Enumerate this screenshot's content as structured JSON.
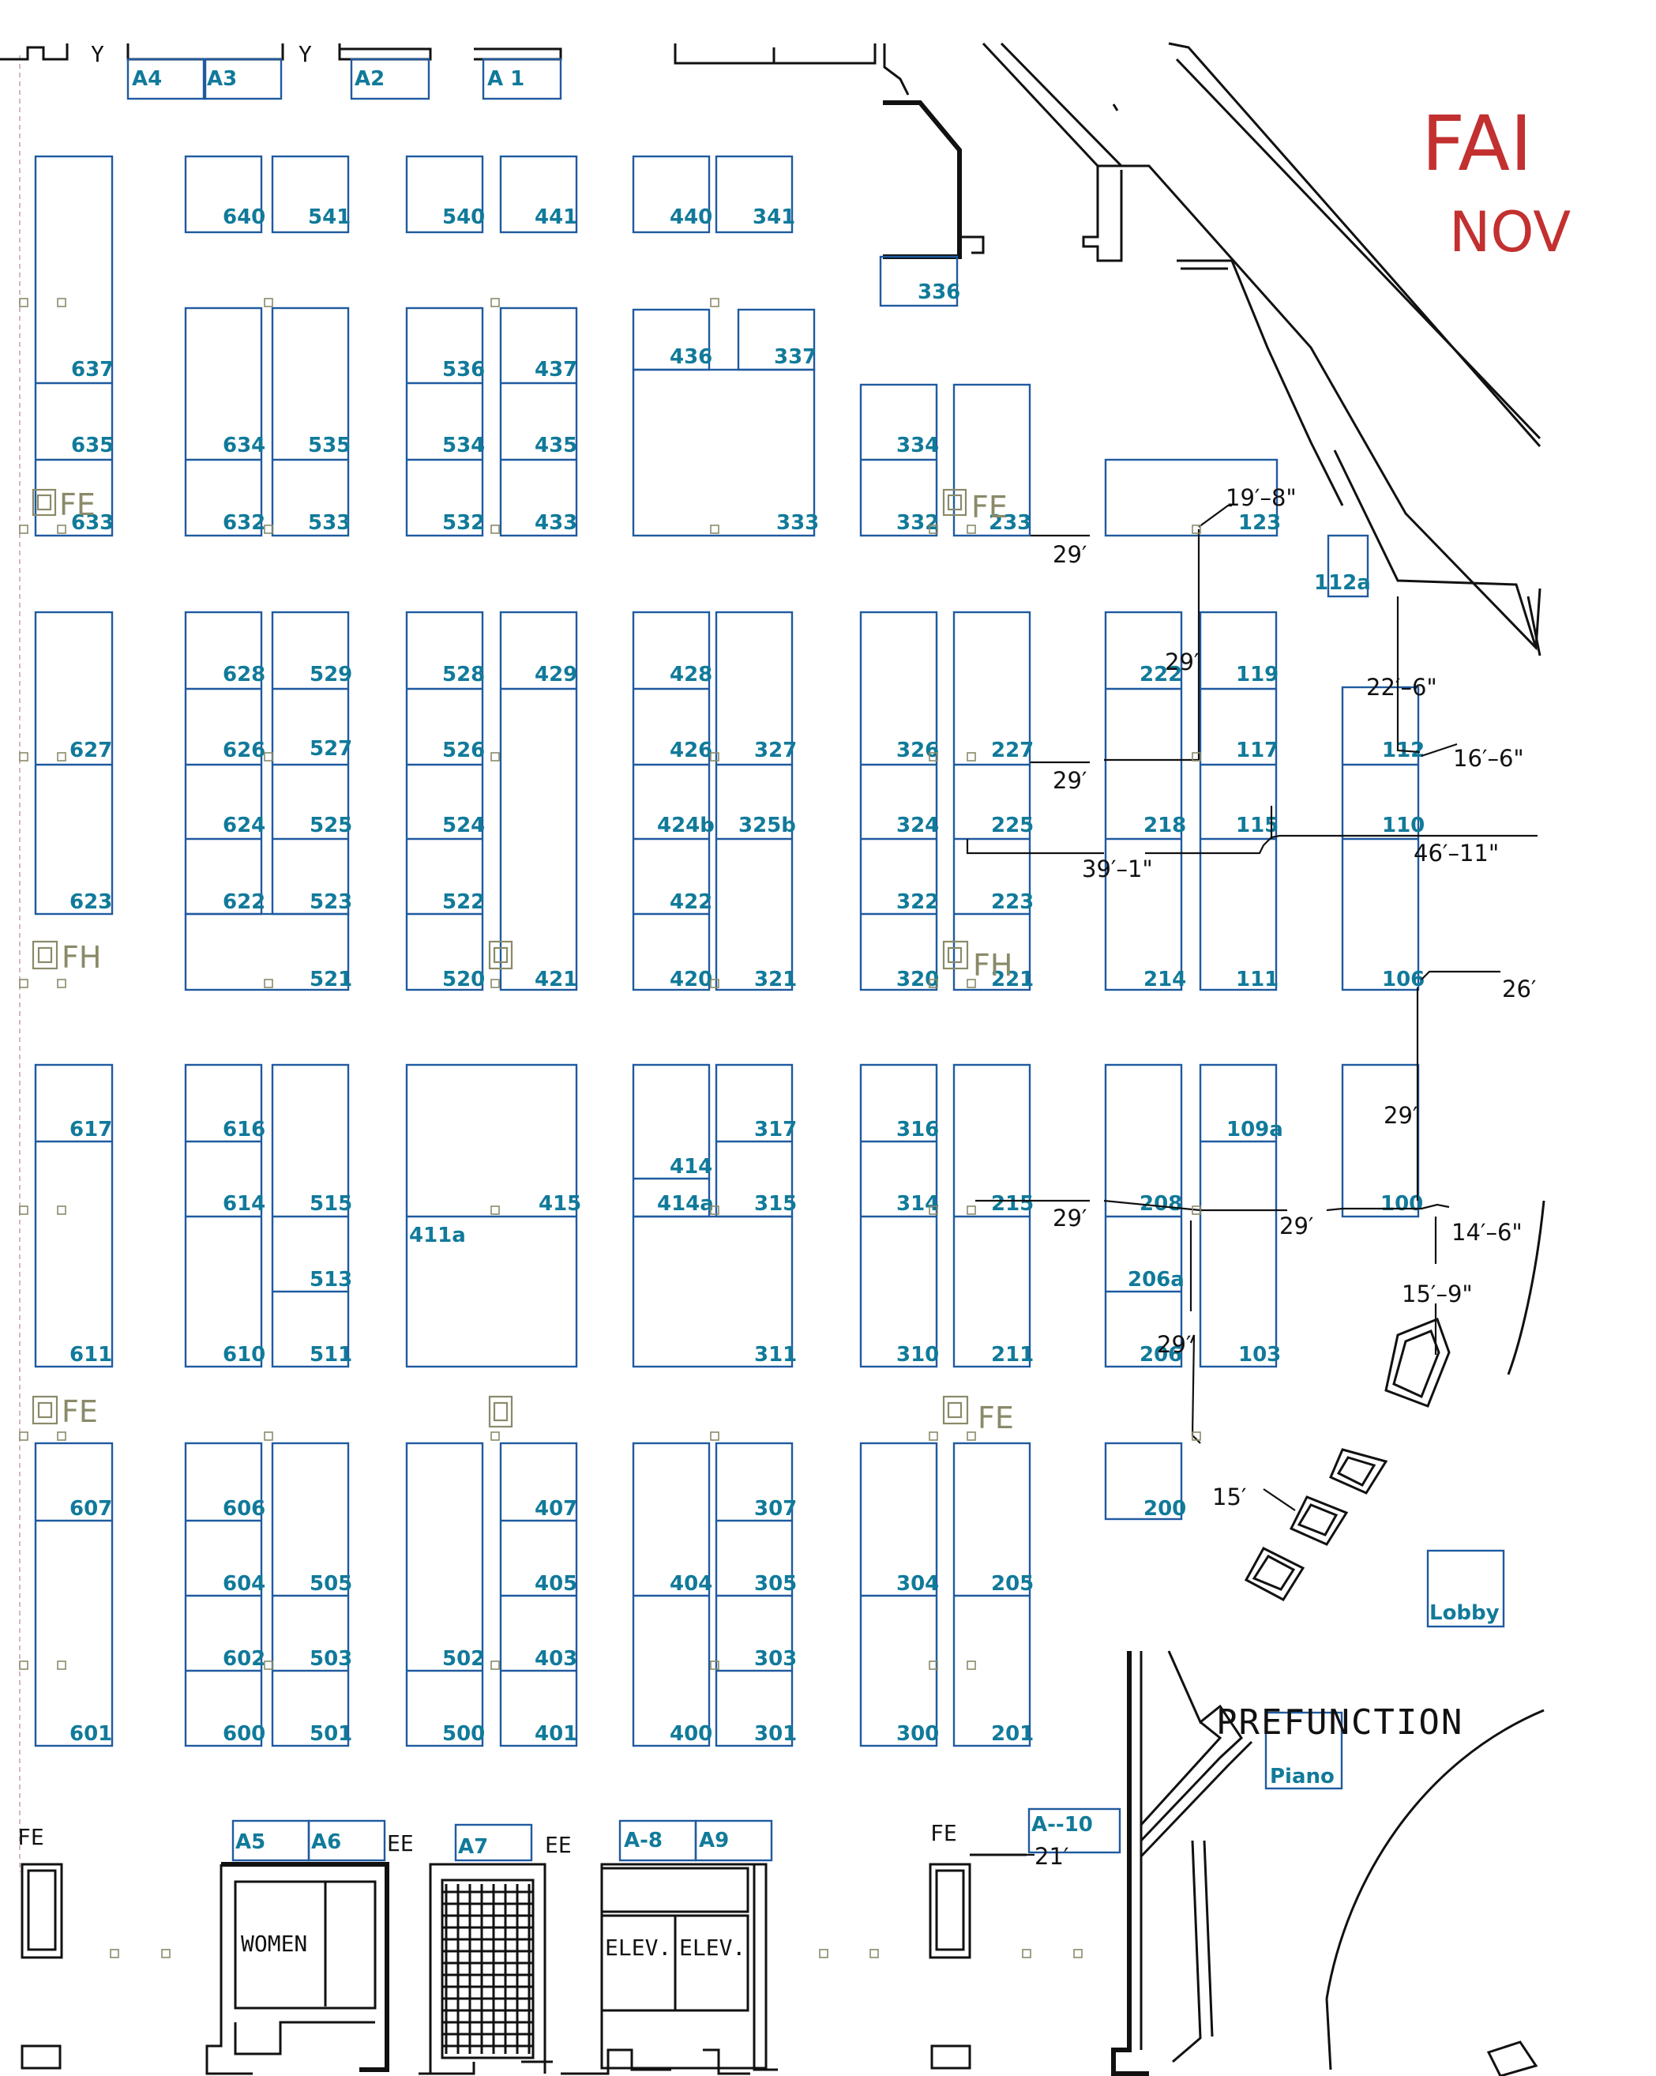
{
  "header_text": {
    "fair": "FAI",
    "nov": "NOV"
  },
  "prefunction_label": "PREFUNCTION",
  "rooms": {
    "women": "WOMEN",
    "elev_left": "ELEV.",
    "elev_right": "ELEV."
  },
  "equipment_labels": {
    "fe_top_left": "FE",
    "fe_top_mid": "FE",
    "fh_left": "FH",
    "fh_mid": "FH",
    "fe_mid_left": "FE",
    "fe_mid_right": "FE",
    "fe_bottom_left": "FE",
    "ee_1": "EE",
    "ee_2": "EE",
    "fe_bottom_right": "FE"
  },
  "dimensions": {
    "d1": "19′–8\"",
    "d2": "29′",
    "d3": "29′",
    "d4": "22′–6\"",
    "d5": "16′–6\"",
    "d6": "29′",
    "d7": "39′–1\"",
    "d8": "46′–11\"",
    "d9": "26′",
    "d10": "29′",
    "d11": "29′",
    "d12": "29′",
    "d13": "14′–6\"",
    "d14": "15′–9\"",
    "d15": "29′",
    "d16": "15′",
    "d17": "21′"
  },
  "booths": [
    "A4",
    "A3",
    "A2",
    "A 1",
    "640",
    "541",
    "540",
    "441",
    "440",
    "341",
    "336",
    "637",
    "635",
    "633",
    "634",
    "632",
    "535",
    "533",
    "536",
    "534",
    "532",
    "437",
    "435",
    "433",
    "436",
    "337",
    "333",
    "334",
    "332",
    "233",
    "123",
    "112a",
    "628",
    "626",
    "624",
    "622",
    "529",
    "527",
    "525",
    "523",
    "521",
    "627",
    "623",
    "528",
    "526",
    "524",
    "522",
    "520",
    "429",
    "421",
    "428",
    "426",
    "424b",
    "422",
    "420",
    "327",
    "325b",
    "321",
    "326",
    "324",
    "322",
    "320",
    "227",
    "225",
    "223",
    "221",
    "222",
    "218",
    "214",
    "119",
    "117",
    "115",
    "111",
    "112",
    "110",
    "106",
    "617",
    "611",
    "616",
    "614",
    "610",
    "515",
    "513",
    "511",
    "411a",
    "415",
    "414",
    "414a",
    "317",
    "315",
    "311",
    "316",
    "314",
    "310",
    "215",
    "211",
    "208",
    "206a",
    "206",
    "109a",
    "103",
    "100",
    "607",
    "601",
    "606",
    "604",
    "602",
    "600",
    "505",
    "503",
    "501",
    "502",
    "500",
    "407",
    "405",
    "403",
    "401",
    "404",
    "400",
    "307",
    "305",
    "303",
    "301",
    "304",
    "300",
    "205",
    "201",
    "200",
    "Lobby",
    "Piano",
    "A5",
    "A6",
    "A7",
    "A-8",
    "A9",
    "A--10"
  ]
}
